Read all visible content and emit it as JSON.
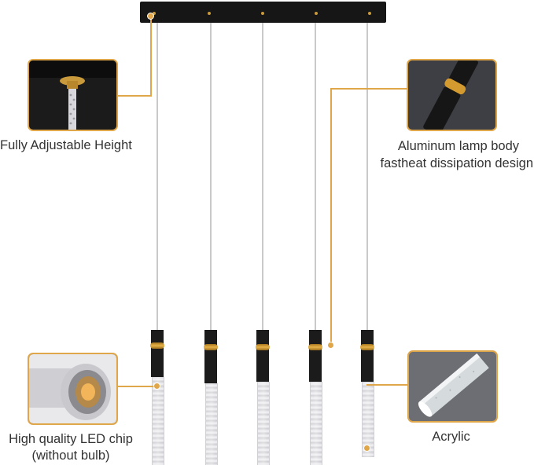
{
  "callouts": {
    "height": {
      "label": "Fully Adjustable Height"
    },
    "body": {
      "label_line1": "Aluminum lamp body",
      "label_line2": "fastheat dissipation design"
    },
    "chip": {
      "label_line1": "High quality LED chip",
      "label_line2": "(without bulb)"
    },
    "acrylic": {
      "label": "Acrylic"
    }
  },
  "colors": {
    "accent": "#e0a64a",
    "fixture_black": "#161616",
    "brass": "#c89a3c",
    "text": "#333333"
  }
}
